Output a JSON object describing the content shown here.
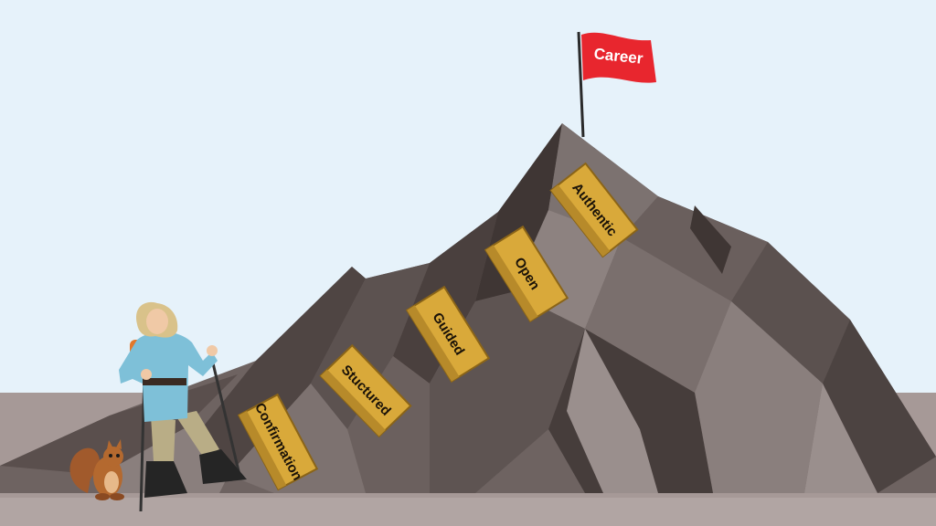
{
  "flag": {
    "label": "Career",
    "color": "#e8262e"
  },
  "steps": [
    {
      "label": "Confirmation"
    },
    {
      "label": "Stuctured"
    },
    {
      "label": "Guided"
    },
    {
      "label": "Open"
    },
    {
      "label": "Authentic"
    }
  ],
  "colors": {
    "sky": "#e6f2fa",
    "ground": "#a69997",
    "mountain_dark": "#4f4543",
    "mountain_mid": "#6e6361",
    "mountain_light": "#8d8280",
    "plank": "#d9a93a"
  }
}
